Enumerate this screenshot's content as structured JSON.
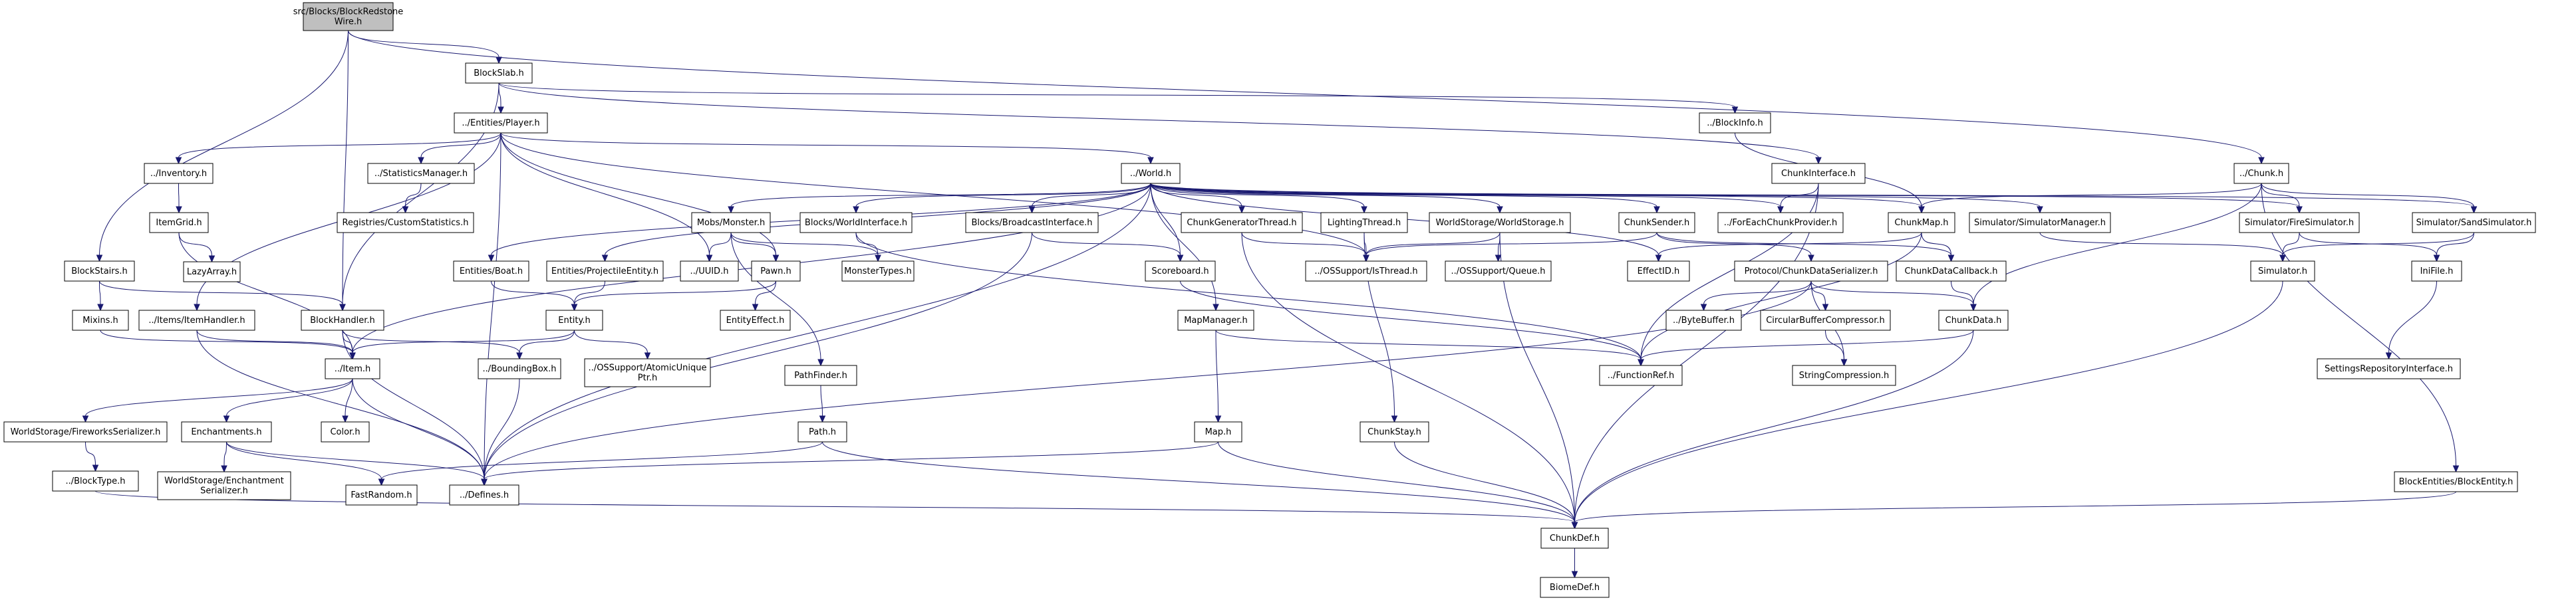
{
  "graph": {
    "root": "root",
    "colors": {
      "edge": "#191970",
      "node_border": "#000000",
      "root_fill": "#bfbfbf",
      "node_fill": "#ffffff"
    },
    "nodes": [
      {
        "id": "root",
        "lines": [
          "src/Blocks/BlockRedstone",
          "Wire.h"
        ]
      },
      {
        "id": "BlockSlab",
        "lines": [
          "BlockSlab.h"
        ]
      },
      {
        "id": "Player",
        "lines": [
          "../Entities/Player.h"
        ]
      },
      {
        "id": "BlockInfo",
        "lines": [
          "../BlockInfo.h"
        ]
      },
      {
        "id": "Chunk",
        "lines": [
          "../Chunk.h"
        ]
      },
      {
        "id": "BlockStairs",
        "lines": [
          "BlockStairs.h"
        ]
      },
      {
        "id": "Inventory",
        "lines": [
          "../Inventory.h"
        ]
      },
      {
        "id": "StatMgr",
        "lines": [
          "../StatisticsManager.h"
        ]
      },
      {
        "id": "World",
        "lines": [
          "../World.h"
        ]
      },
      {
        "id": "ChunkInterface",
        "lines": [
          "ChunkInterface.h"
        ]
      },
      {
        "id": "ItemGrid",
        "lines": [
          "ItemGrid.h"
        ]
      },
      {
        "id": "CustomStats",
        "lines": [
          "Registries/CustomStatistics.h"
        ]
      },
      {
        "id": "LazyArray",
        "lines": [
          "LazyArray.h"
        ]
      },
      {
        "id": "Monster",
        "lines": [
          "Mobs/Monster.h"
        ]
      },
      {
        "id": "WorldInterface",
        "lines": [
          "Blocks/WorldInterface.h"
        ]
      },
      {
        "id": "BroadcastInterface",
        "lines": [
          "Blocks/BroadcastInterface.h"
        ]
      },
      {
        "id": "ChunkGenThread",
        "lines": [
          "ChunkGeneratorThread.h"
        ]
      },
      {
        "id": "LightingThread",
        "lines": [
          "LightingThread.h"
        ]
      },
      {
        "id": "WorldStorage",
        "lines": [
          "WorldStorage/WorldStorage.h"
        ]
      },
      {
        "id": "ChunkSender",
        "lines": [
          "ChunkSender.h"
        ]
      },
      {
        "id": "ForEach",
        "lines": [
          "../ForEachChunkProvider.h"
        ]
      },
      {
        "id": "ChunkMap",
        "lines": [
          "ChunkMap.h"
        ]
      },
      {
        "id": "SimMgr",
        "lines": [
          "Simulator/SimulatorManager.h"
        ]
      },
      {
        "id": "FireSim",
        "lines": [
          "Simulator/FireSimulator.h"
        ]
      },
      {
        "id": "SandSim",
        "lines": [
          "Simulator/SandSimulator.h"
        ]
      },
      {
        "id": "Mixins",
        "lines": [
          "Mixins.h"
        ]
      },
      {
        "id": "ItemHandler",
        "lines": [
          "../Items/ItemHandler.h"
        ]
      },
      {
        "id": "BlockHandler",
        "lines": [
          "BlockHandler.h"
        ]
      },
      {
        "id": "EntBoat",
        "lines": [
          "Entities/Boat.h"
        ]
      },
      {
        "id": "Projectile",
        "lines": [
          "Entities/ProjectileEntity.h"
        ]
      },
      {
        "id": "UUID",
        "lines": [
          "../UUID.h"
        ]
      },
      {
        "id": "Pawn",
        "lines": [
          "Pawn.h"
        ]
      },
      {
        "id": "MonsterTypes",
        "lines": [
          "MonsterTypes.h"
        ]
      },
      {
        "id": "Scoreboard",
        "lines": [
          "Scoreboard.h"
        ]
      },
      {
        "id": "IsThread",
        "lines": [
          "../OSSupport/IsThread.h"
        ]
      },
      {
        "id": "Queue",
        "lines": [
          "../OSSupport/Queue.h"
        ]
      },
      {
        "id": "EffectID",
        "lines": [
          "EffectID.h"
        ]
      },
      {
        "id": "ChunkDataSer",
        "lines": [
          "Protocol/ChunkDataSerializer.h"
        ]
      },
      {
        "id": "ChunkDataCallback",
        "lines": [
          "ChunkDataCallback.h"
        ]
      },
      {
        "id": "SimulatorH",
        "lines": [
          "Simulator.h"
        ]
      },
      {
        "id": "IniFile",
        "lines": [
          "IniFile.h"
        ]
      },
      {
        "id": "Entity",
        "lines": [
          "Entity.h"
        ]
      },
      {
        "id": "EntityEffect",
        "lines": [
          "EntityEffect.h"
        ]
      },
      {
        "id": "MapManager",
        "lines": [
          "MapManager.h"
        ]
      },
      {
        "id": "ByteBuffer",
        "lines": [
          "../ByteBuffer.h"
        ]
      },
      {
        "id": "CircBuf",
        "lines": [
          "CircularBufferCompressor.h"
        ]
      },
      {
        "id": "ChunkData",
        "lines": [
          "ChunkData.h"
        ]
      },
      {
        "id": "SettingsRepo",
        "lines": [
          "SettingsRepositoryInterface.h"
        ]
      },
      {
        "id": "Item",
        "lines": [
          "../Item.h"
        ]
      },
      {
        "id": "BoundingBox",
        "lines": [
          "../BoundingBox.h"
        ]
      },
      {
        "id": "AtomicPtr",
        "lines": [
          "../OSSupport/AtomicUnique",
          "Ptr.h"
        ]
      },
      {
        "id": "PathFinder",
        "lines": [
          "PathFinder.h"
        ]
      },
      {
        "id": "FunctionRef",
        "lines": [
          "../FunctionRef.h"
        ]
      },
      {
        "id": "StringComp",
        "lines": [
          "StringCompression.h"
        ]
      },
      {
        "id": "FwSer",
        "lines": [
          "WorldStorage/FireworksSerializer.h"
        ]
      },
      {
        "id": "Color",
        "lines": [
          "Color.h"
        ]
      },
      {
        "id": "Enchantments",
        "lines": [
          "Enchantments.h"
        ]
      },
      {
        "id": "Path",
        "lines": [
          "Path.h"
        ]
      },
      {
        "id": "Map",
        "lines": [
          "Map.h"
        ]
      },
      {
        "id": "ChunkStay",
        "lines": [
          "ChunkStay.h"
        ]
      },
      {
        "id": "BlockType",
        "lines": [
          "../BlockType.h"
        ]
      },
      {
        "id": "EnchSer",
        "lines": [
          "WorldStorage/Enchantment",
          "Serializer.h"
        ]
      },
      {
        "id": "FastRandom",
        "lines": [
          "FastRandom.h"
        ]
      },
      {
        "id": "Defines",
        "lines": [
          "../Defines.h"
        ]
      },
      {
        "id": "BlockEntity",
        "lines": [
          "BlockEntities/BlockEntity.h"
        ]
      },
      {
        "id": "ChunkDef",
        "lines": [
          "ChunkDef.h"
        ]
      },
      {
        "id": "BiomeDef",
        "lines": [
          "BiomeDef.h"
        ]
      }
    ],
    "edges": [
      [
        "root",
        "BlockSlab"
      ],
      [
        "root",
        "BlockStairs"
      ],
      [
        "root",
        "BlockHandler"
      ],
      [
        "root",
        "Chunk"
      ],
      [
        "BlockSlab",
        "Player"
      ],
      [
        "BlockSlab",
        "BlockInfo"
      ],
      [
        "BlockSlab",
        "ChunkInterface"
      ],
      [
        "BlockSlab",
        "BlockHandler"
      ],
      [
        "Player",
        "Inventory"
      ],
      [
        "Player",
        "StatMgr"
      ],
      [
        "Player",
        "World"
      ],
      [
        "Player",
        "ItemHandler"
      ],
      [
        "Player",
        "Pawn"
      ],
      [
        "Player",
        "UUID"
      ],
      [
        "Player",
        "IsThread"
      ],
      [
        "Player",
        "Defines"
      ],
      [
        "Inventory",
        "ItemGrid"
      ],
      [
        "ItemGrid",
        "LazyArray"
      ],
      [
        "ItemGrid",
        "Item"
      ],
      [
        "StatMgr",
        "CustomStats"
      ],
      [
        "World",
        "Monster"
      ],
      [
        "World",
        "WorldInterface"
      ],
      [
        "World",
        "BroadcastInterface"
      ],
      [
        "World",
        "ChunkGenThread"
      ],
      [
        "World",
        "LightingThread"
      ],
      [
        "World",
        "WorldStorage"
      ],
      [
        "World",
        "ChunkSender"
      ],
      [
        "World",
        "ForEach"
      ],
      [
        "World",
        "ChunkMap"
      ],
      [
        "World",
        "SimMgr"
      ],
      [
        "World",
        "FireSim"
      ],
      [
        "World",
        "SandSim"
      ],
      [
        "World",
        "EntBoat"
      ],
      [
        "World",
        "Projectile"
      ],
      [
        "World",
        "Scoreboard"
      ],
      [
        "World",
        "EffectID"
      ],
      [
        "World",
        "MapManager"
      ],
      [
        "World",
        "Item"
      ],
      [
        "World",
        "Defines"
      ],
      [
        "ChunkInterface",
        "ForEach"
      ],
      [
        "ChunkInterface",
        "FunctionRef"
      ],
      [
        "ChunkInterface",
        "ChunkDef"
      ],
      [
        "Chunk",
        "ChunkMap"
      ],
      [
        "Chunk",
        "FireSim"
      ],
      [
        "Chunk",
        "SandSim"
      ],
      [
        "Chunk",
        "ChunkData"
      ],
      [
        "Chunk",
        "BlockEntity"
      ],
      [
        "BlockInfo",
        "ChunkMap"
      ],
      [
        "BlockStairs",
        "Mixins"
      ],
      [
        "BlockStairs",
        "BlockHandler"
      ],
      [
        "Mixins",
        "Item"
      ],
      [
        "ItemHandler",
        "Item"
      ],
      [
        "ItemHandler",
        "Defines"
      ],
      [
        "BlockHandler",
        "Item"
      ],
      [
        "BlockHandler",
        "BoundingBox"
      ],
      [
        "BlockHandler",
        "Defines"
      ],
      [
        "Monster",
        "UUID"
      ],
      [
        "Monster",
        "Pawn"
      ],
      [
        "Monster",
        "MonsterTypes"
      ],
      [
        "Monster",
        "PathFinder"
      ],
      [
        "WorldInterface",
        "MonsterTypes"
      ],
      [
        "WorldInterface",
        "FunctionRef"
      ],
      [
        "BroadcastInterface",
        "Scoreboard"
      ],
      [
        "BroadcastInterface",
        "Defines"
      ],
      [
        "ChunkGenThread",
        "IsThread"
      ],
      [
        "ChunkGenThread",
        "ChunkDef"
      ],
      [
        "LightingThread",
        "IsThread"
      ],
      [
        "LightingThread",
        "ChunkStay"
      ],
      [
        "WorldStorage",
        "IsThread"
      ],
      [
        "WorldStorage",
        "Queue"
      ],
      [
        "WorldStorage",
        "ChunkDef"
      ],
      [
        "ChunkSender",
        "IsThread"
      ],
      [
        "ChunkSender",
        "ChunkDataSer"
      ],
      [
        "ChunkSender",
        "ChunkDataCallback"
      ],
      [
        "ChunkMap",
        "EffectID"
      ],
      [
        "ChunkMap",
        "ChunkDataCallback"
      ],
      [
        "ChunkMap",
        "FunctionRef"
      ],
      [
        "SimMgr",
        "SimulatorH"
      ],
      [
        "FireSim",
        "SimulatorH"
      ],
      [
        "FireSim",
        "IniFile"
      ],
      [
        "SandSim",
        "SimulatorH"
      ],
      [
        "SandSim",
        "IniFile"
      ],
      [
        "EntBoat",
        "Entity"
      ],
      [
        "Projectile",
        "Entity"
      ],
      [
        "Pawn",
        "Entity"
      ],
      [
        "Pawn",
        "EntityEffect"
      ],
      [
        "Scoreboard",
        "FunctionRef"
      ],
      [
        "ChunkDataSer",
        "ByteBuffer"
      ],
      [
        "ChunkDataSer",
        "CircBuf"
      ],
      [
        "ChunkDataSer",
        "ChunkData"
      ],
      [
        "ChunkDataSer",
        "StringComp"
      ],
      [
        "ChunkDataSer",
        "Defines"
      ],
      [
        "ChunkDataCallback",
        "ChunkData"
      ],
      [
        "SimulatorH",
        "ChunkDef"
      ],
      [
        "IniFile",
        "SettingsRepo"
      ],
      [
        "Entity",
        "Item"
      ],
      [
        "Entity",
        "BoundingBox"
      ],
      [
        "Entity",
        "AtomicPtr"
      ],
      [
        "MapManager",
        "Map"
      ],
      [
        "MapManager",
        "FunctionRef"
      ],
      [
        "CircBuf",
        "StringComp"
      ],
      [
        "ChunkData",
        "FunctionRef"
      ],
      [
        "ChunkData",
        "ChunkDef"
      ],
      [
        "Item",
        "FwSer"
      ],
      [
        "Item",
        "Color"
      ],
      [
        "Item",
        "Enchantments"
      ],
      [
        "Item",
        "Defines"
      ],
      [
        "BoundingBox",
        "Defines"
      ],
      [
        "PathFinder",
        "Path"
      ],
      [
        "FwSer",
        "BlockType"
      ],
      [
        "Enchantments",
        "EnchSer"
      ],
      [
        "Enchantments",
        "FastRandom"
      ],
      [
        "Enchantments",
        "Defines"
      ],
      [
        "Path",
        "FastRandom"
      ],
      [
        "Path",
        "ChunkDef"
      ],
      [
        "Map",
        "Defines"
      ],
      [
        "Map",
        "ChunkDef"
      ],
      [
        "ChunkStay",
        "ChunkDef"
      ],
      [
        "BlockType",
        "ChunkDef"
      ],
      [
        "BlockEntity",
        "ChunkDef"
      ],
      [
        "ChunkDef",
        "BiomeDef"
      ]
    ]
  }
}
